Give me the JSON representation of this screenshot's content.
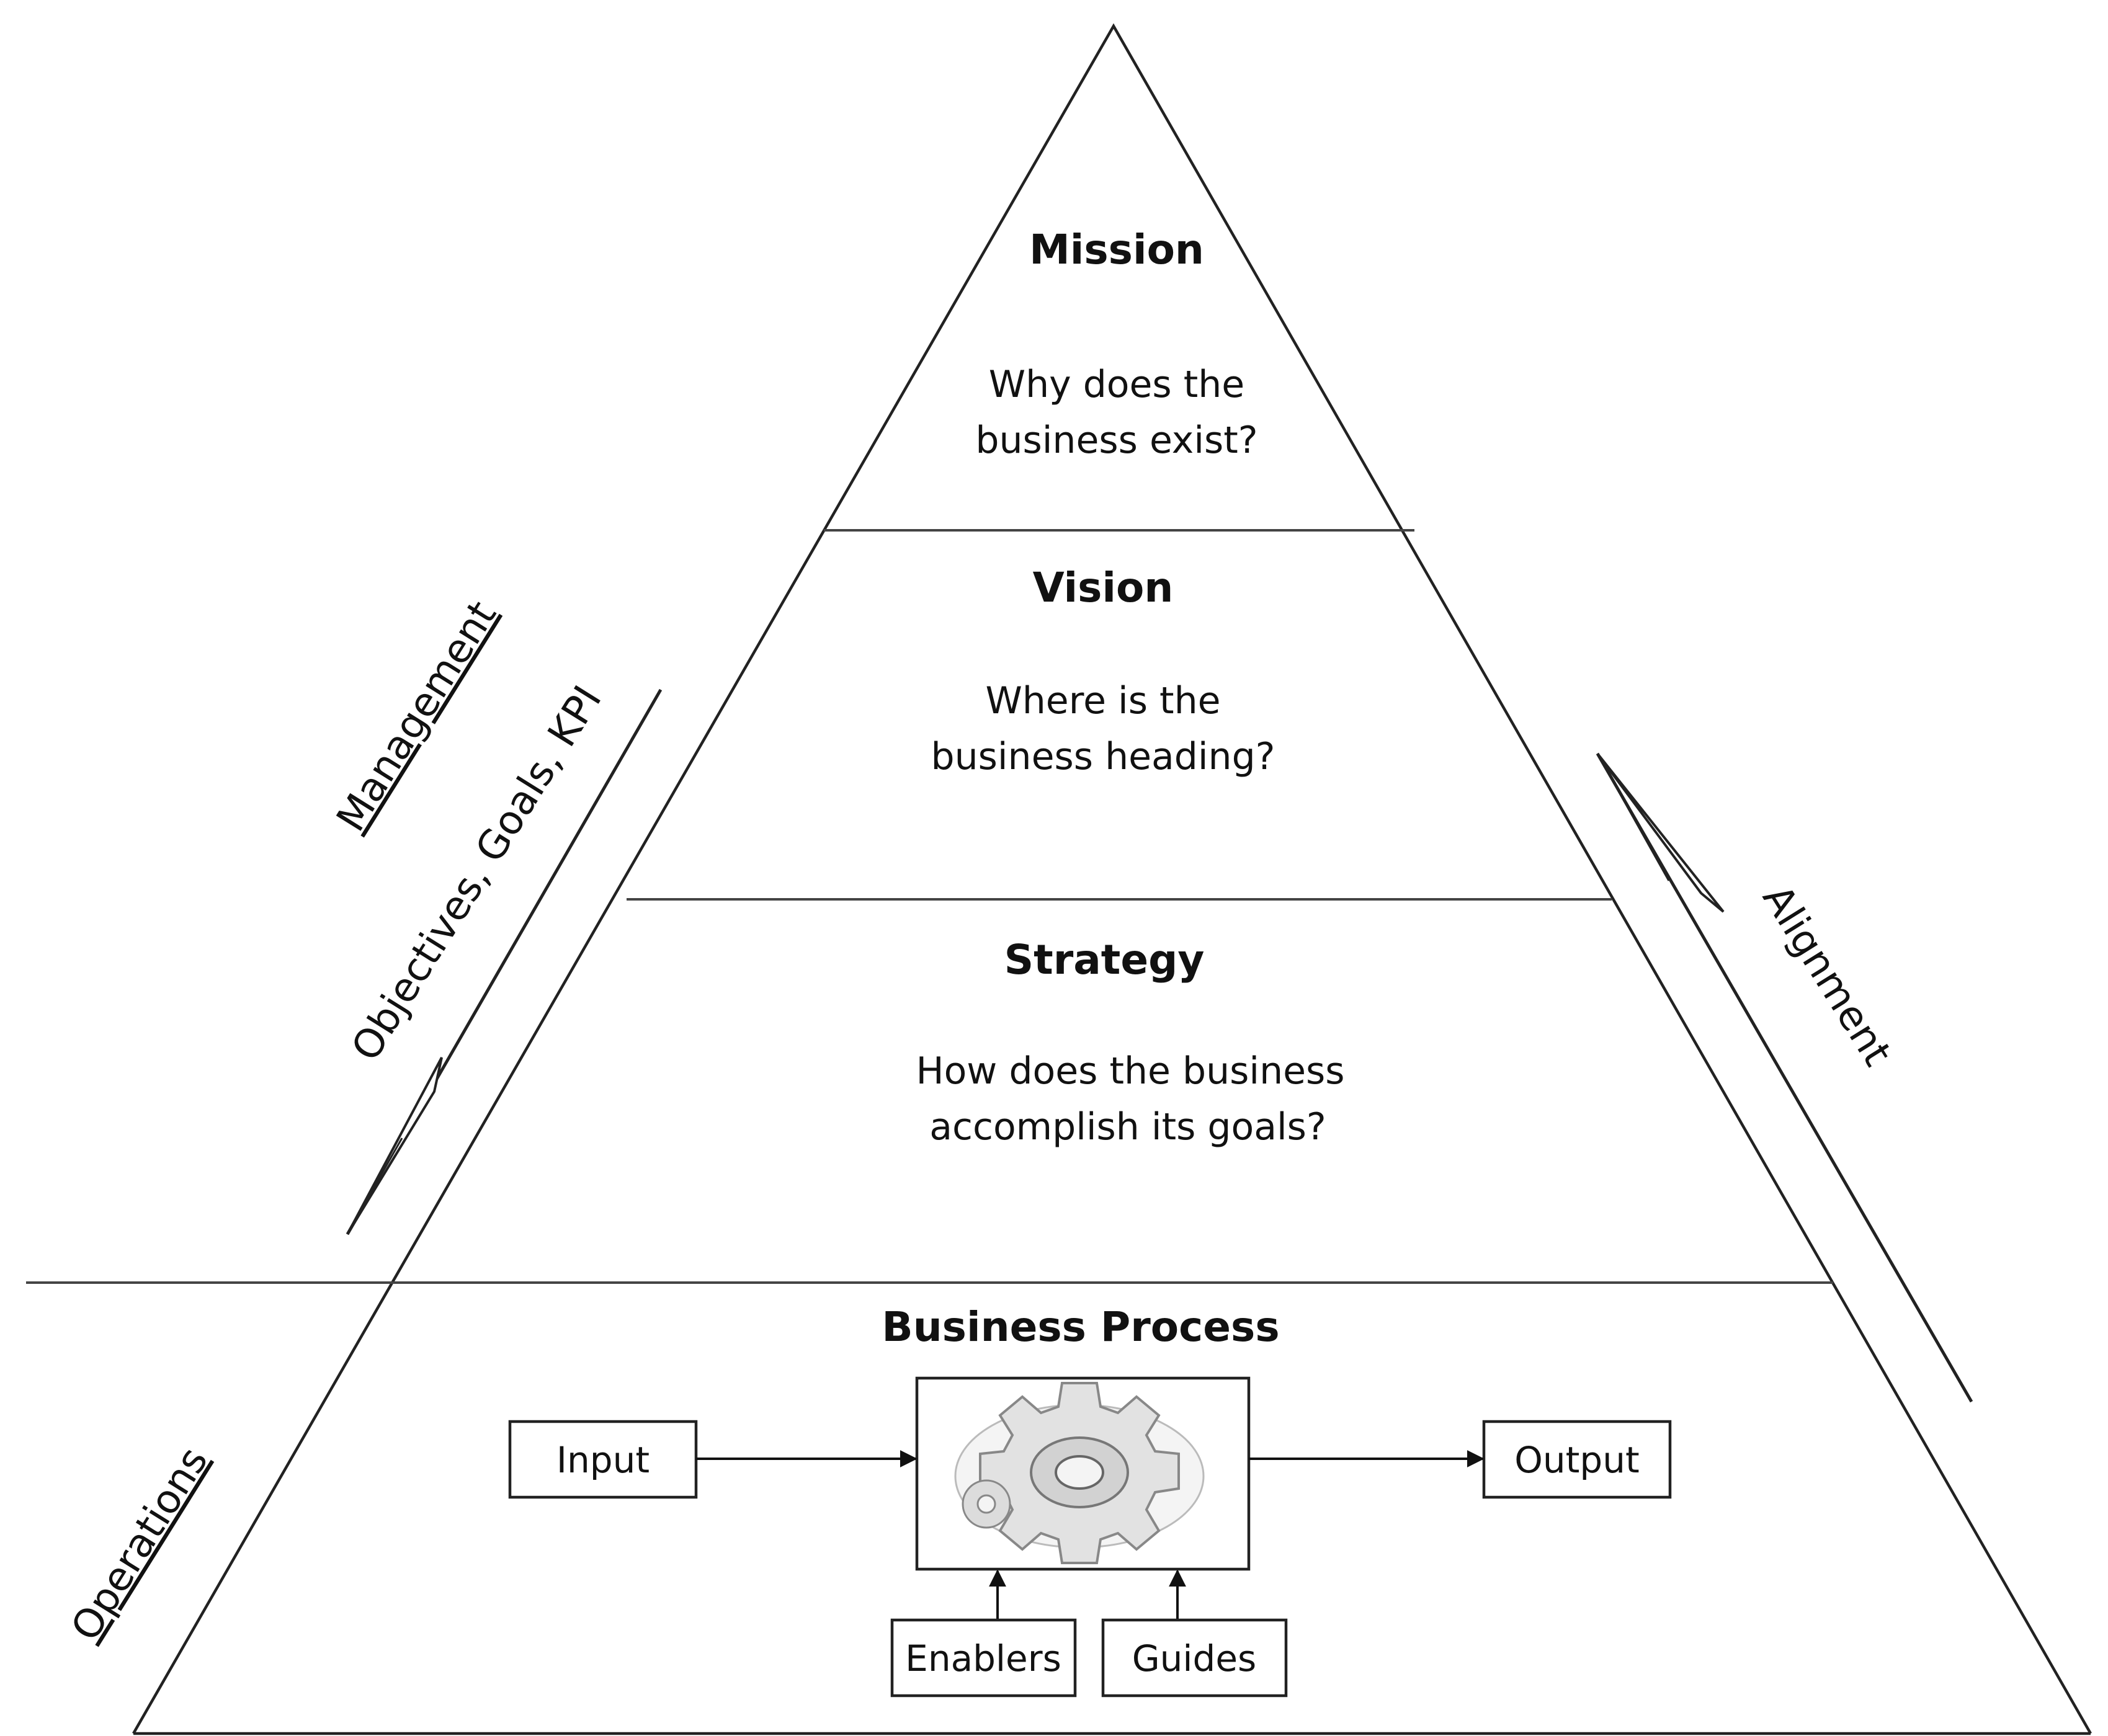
{
  "levels": {
    "mission": {
      "title": "Mission",
      "line1": "Why does the",
      "line2": "business exist?"
    },
    "vision": {
      "title": "Vision",
      "line1": "Where is the",
      "line2": "business heading?"
    },
    "strategy": {
      "title": "Strategy",
      "line1": "How does the business",
      "line2": "accomplish its goals?"
    },
    "business_process": {
      "title": "Business Process"
    }
  },
  "process": {
    "input": "Input",
    "output": "Output",
    "enablers": "Enablers",
    "guides": "Guides",
    "center_icon": "gear-icon"
  },
  "side_labels": {
    "management": "Management",
    "objectives": "Objectives, Goals, KPI",
    "operations": "Operations",
    "alignment": "Alignment"
  }
}
